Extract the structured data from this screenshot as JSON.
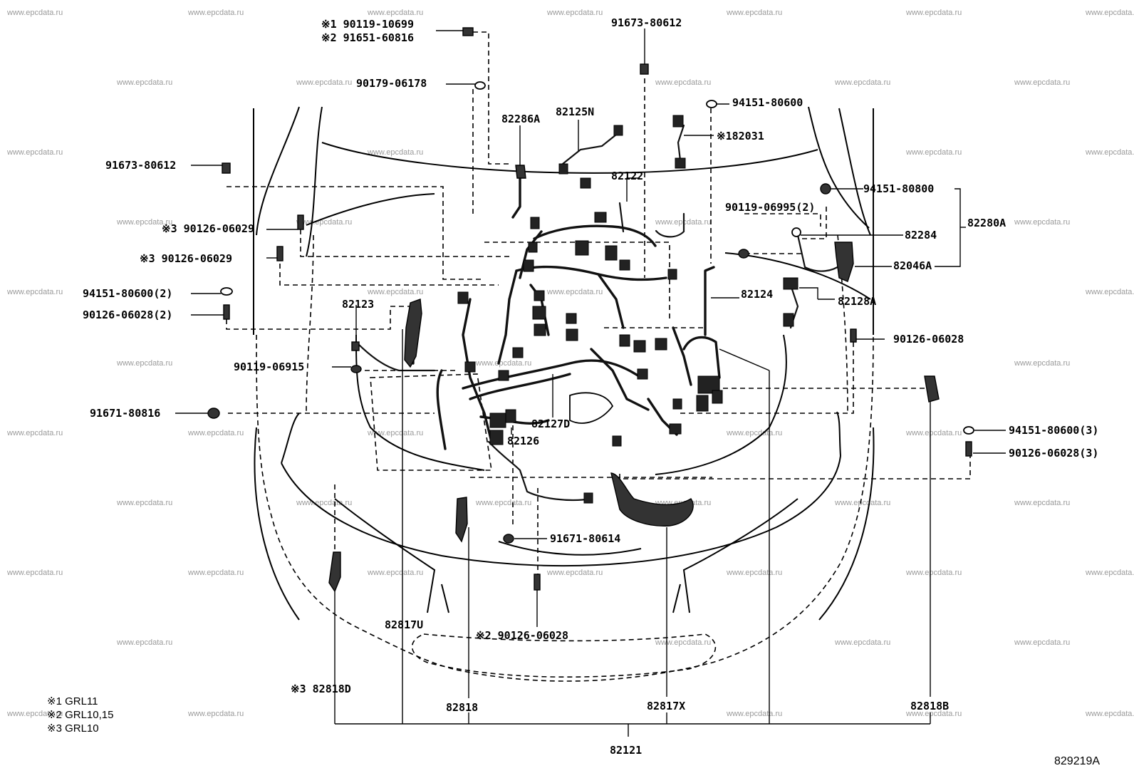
{
  "watermark": "www.epcdata.ru",
  "labels": {
    "p_90119_10699": "※1 90119-10699",
    "p_91651_60816": "※2 91651-60816",
    "p_91673_80612_top": "91673-80612",
    "p_90179_06178": "90179-06178",
    "p_94151_80600_top": "94151-80600",
    "p_82286A": "82286A",
    "p_82125N": "82125N",
    "p_82031": "※182031",
    "p_91673_80612_left": "91673-80612",
    "p_82122": "82122",
    "p_94151_80800": "94151-80800",
    "p_90119_06995": "90119-06995(2)",
    "p_82280A": "82280A",
    "p_90126_06029_a": "※3 90126-06029",
    "p_82284": "82284",
    "p_90126_06029_b": "※3 90126-06029",
    "p_82046A": "82046A",
    "p_94151_80600_2": "94151-80600(2)",
    "p_82124": "82124",
    "p_82128A": "82128A",
    "p_90126_06028_2": "90126-06028(2)",
    "p_82123": "82123",
    "p_90126_06028_right": "90126-06028",
    "p_90119_06915": "90119-06915",
    "p_91671_80816": "91671-80816",
    "p_82127D": "82127D",
    "p_82126": "82126",
    "p_94151_80600_3": "94151-80600(3)",
    "p_90126_06028_3": "90126-06028(3)",
    "p_91671_80614": "91671-80614",
    "p_82817U": "82817U",
    "p_90126_06028_bottom": "※2 90126-06028",
    "p_82818D": "※3 82818D",
    "p_82818": "82818",
    "p_82817X": "82817X",
    "p_82818B": "82818B",
    "p_82121": "82121"
  },
  "notes": [
    "※1 GRL11",
    "※2 GRL10,15",
    "※3 GRL10"
  ],
  "diagram_code": "829219A"
}
